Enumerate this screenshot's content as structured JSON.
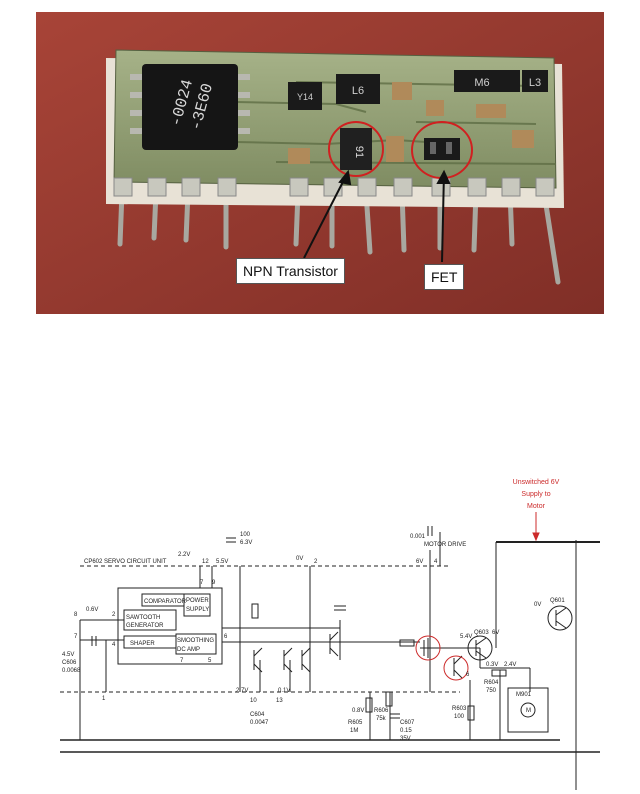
{
  "photo": {
    "callouts": {
      "npn": "NPN Transistor",
      "fet": "FET"
    },
    "chip_markings": {
      "main_ic_line1": "-0024",
      "main_ic_line2": "-3E60",
      "c1": "Y14",
      "c2": "L6",
      "c3": "M6",
      "c4": "L3",
      "npn_marking": "91"
    }
  },
  "schematic": {
    "supply_note": [
      "Unswitched 6V",
      "Supply to",
      "Motor"
    ],
    "unit_label": "CP602  SERVO CIRCUIT UNIT",
    "blocks": {
      "comparator": "COMPARATOR",
      "power_supply": [
        "POWER",
        "SUPPLY"
      ],
      "sawtooth": [
        "SAWTOOTH",
        "GENERATOR"
      ],
      "shaper": "SHAPER",
      "smoothing": [
        "SMOOTHING",
        "DC AMP"
      ]
    },
    "labels": {
      "motor_drive": "MOTOR  DRIVE",
      "c_001": "0.001",
      "c_100": "100",
      "c_100v": "6.3V",
      "v_22": "2.2V",
      "pin_12": "12",
      "v_55": "5.5V",
      "v_0_2": "0V",
      "pin_2": "2",
      "v_6_4": "6V",
      "pin_4": "4",
      "pin_7a": "7",
      "pin_9": "9",
      "pin_8": "8",
      "v_06": "0.6V",
      "pin_7b": "7",
      "pin_2b": "2",
      "pin_4b": "4",
      "pin_6": "6",
      "pin_7c": "7",
      "pin_5": "5",
      "v_45": "4.5V",
      "c606": "C606",
      "c606v": "0.0068",
      "pin_1": "1",
      "v_27": "2.7V",
      "pin_10": "10",
      "v_01": "0.1V",
      "pin_13": "13",
      "c604": "C604",
      "c604v": "0.0047",
      "v_08": "0.8V",
      "r605": "R605",
      "r605v": "1M",
      "r606": "R606",
      "r606v": "75k",
      "c607": "C607",
      "c607v": "0.15",
      "c607v2": "35V",
      "r603": "R603",
      "r603v": "100",
      "v_54": "5.4V",
      "q603": "Q603",
      "v_6b": "6V",
      "v_03": "0.3V",
      "v_24": "2.4V",
      "r604": "R604",
      "r604v": "750",
      "m901": "M901",
      "motor_m": "M",
      "v_0q": "0V",
      "q601": "Q601",
      "pin_6b": "6"
    }
  }
}
